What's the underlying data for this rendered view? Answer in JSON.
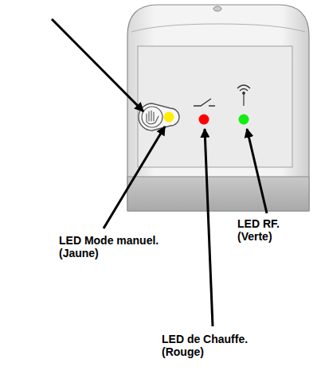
{
  "diagram": {
    "labels": [
      "LED Mode manuel. (Jaune)",
      "LED RF. (Verte)",
      "LED de Chauffe. (Rouge)"
    ]
  }
}
